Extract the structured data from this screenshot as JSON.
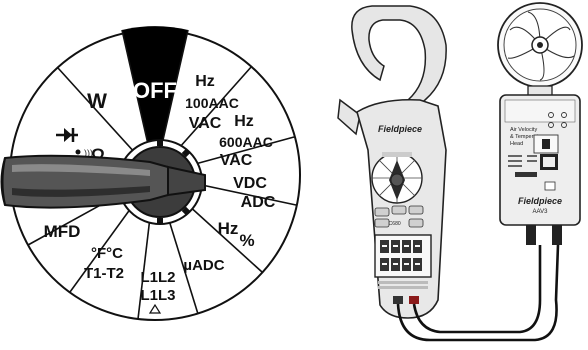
{
  "dial": {
    "off": "OFF",
    "w": "W",
    "hz_100a_1": "Hz",
    "hz_100a_2": "100AAC",
    "hz_100a_3": "VAC",
    "hz_600a_1": "Hz",
    "hz_600a_2": "600AAC",
    "hz_600a_3": "VAC",
    "vdc": "VDC",
    "adc": "ADC",
    "hz_pct_1": "Hz",
    "hz_pct_2": "%",
    "uadc": "µADC",
    "l1l2": "L1L2",
    "l1l3": "L1L3",
    "temp_1": "°F°C",
    "temp_2": "T1-T2",
    "mfd": "MFD",
    "diode_omega": "Ω"
  },
  "clamp_meter": {
    "brand": "Fieldpiece",
    "model": "SC680"
  },
  "anemometer": {
    "label_1": "Air Velocity",
    "label_2": "& Temperature",
    "label_3": "Head",
    "brand": "Fieldpiece",
    "model": "AAV3"
  },
  "colors": {
    "off_wedge": "#000000",
    "body": "#ffffff",
    "knob": "#4a4a4a",
    "outline": "#111111"
  }
}
